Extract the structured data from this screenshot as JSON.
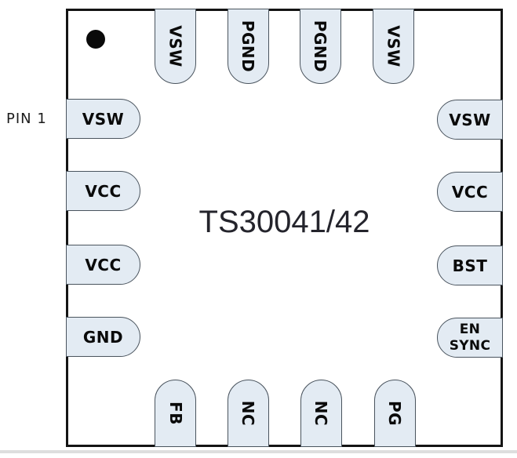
{
  "diagram": {
    "title": "TS30041/42",
    "pin1_label": "PIN 1",
    "package_type": "pinout-diagram",
    "pins": {
      "left": [
        "VSW",
        "VCC",
        "VCC",
        "GND"
      ],
      "top": [
        "VSW",
        "PGND",
        "PGND",
        "VSW"
      ],
      "right": [
        "VSW",
        "VCC",
        "BST"
      ],
      "right_en_sync": [
        "EN",
        "SYNC"
      ],
      "bottom": [
        "FB",
        "NC",
        "NC",
        "PG"
      ]
    },
    "colors": {
      "pin_fill": "#e3ebf3",
      "pin_border": "#4a545e",
      "chip_border": "#141414",
      "title_color": "#24242c",
      "pin1_dot": "#0a0a0a"
    }
  }
}
